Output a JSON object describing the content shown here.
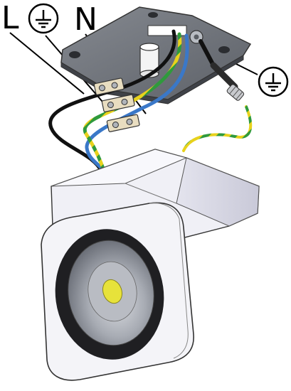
{
  "labels": {
    "line": "L",
    "neutral": "N"
  },
  "symbols": {
    "ground_top": "protective-earth-symbol",
    "ground_right": "protective-earth-symbol"
  },
  "colors": {
    "live_wire": "#111111",
    "neutral_wire": "#3a78c8",
    "earth_green": "#2f9a3c",
    "earth_yellow": "#e8d21c",
    "mounting_plate": "#6f737a",
    "housing": "#f2f2f7",
    "cob_led": "#e7e23a"
  }
}
